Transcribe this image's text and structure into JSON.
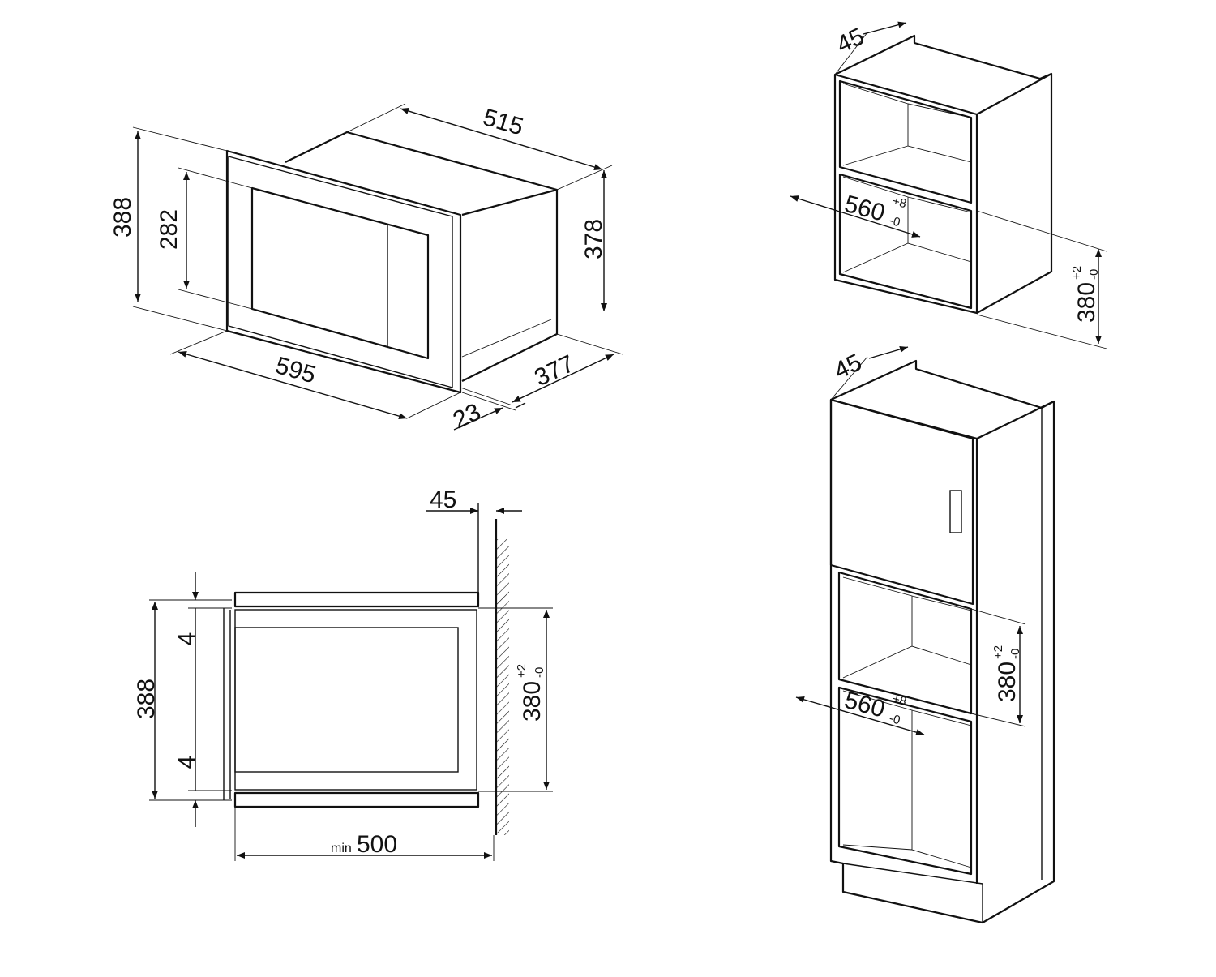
{
  "views": {
    "iso_appliance": {
      "width": "595",
      "height": "388",
      "window_height": "282",
      "depth": "515",
      "body_height": "378",
      "body_depth": "377",
      "front_panel": "23"
    },
    "side_section": {
      "gap": "45",
      "height": "388",
      "shim_top": "4",
      "shim_bottom": "4",
      "opening_height": "380",
      "opening_tol_plus": "+2",
      "opening_tol_minus": "-0",
      "min_prefix": "min",
      "min_depth": "500"
    },
    "wall_unit": {
      "gap": "45",
      "width": "560",
      "width_tol_plus": "+8",
      "width_tol_minus": "-0",
      "height": "380",
      "height_tol_plus": "+2",
      "height_tol_minus": "-0"
    },
    "column_unit": {
      "gap": "45",
      "width": "560",
      "width_tol_plus": "+8",
      "width_tol_minus": "-0",
      "height": "380",
      "height_tol_plus": "+2",
      "height_tol_minus": "-0"
    }
  }
}
